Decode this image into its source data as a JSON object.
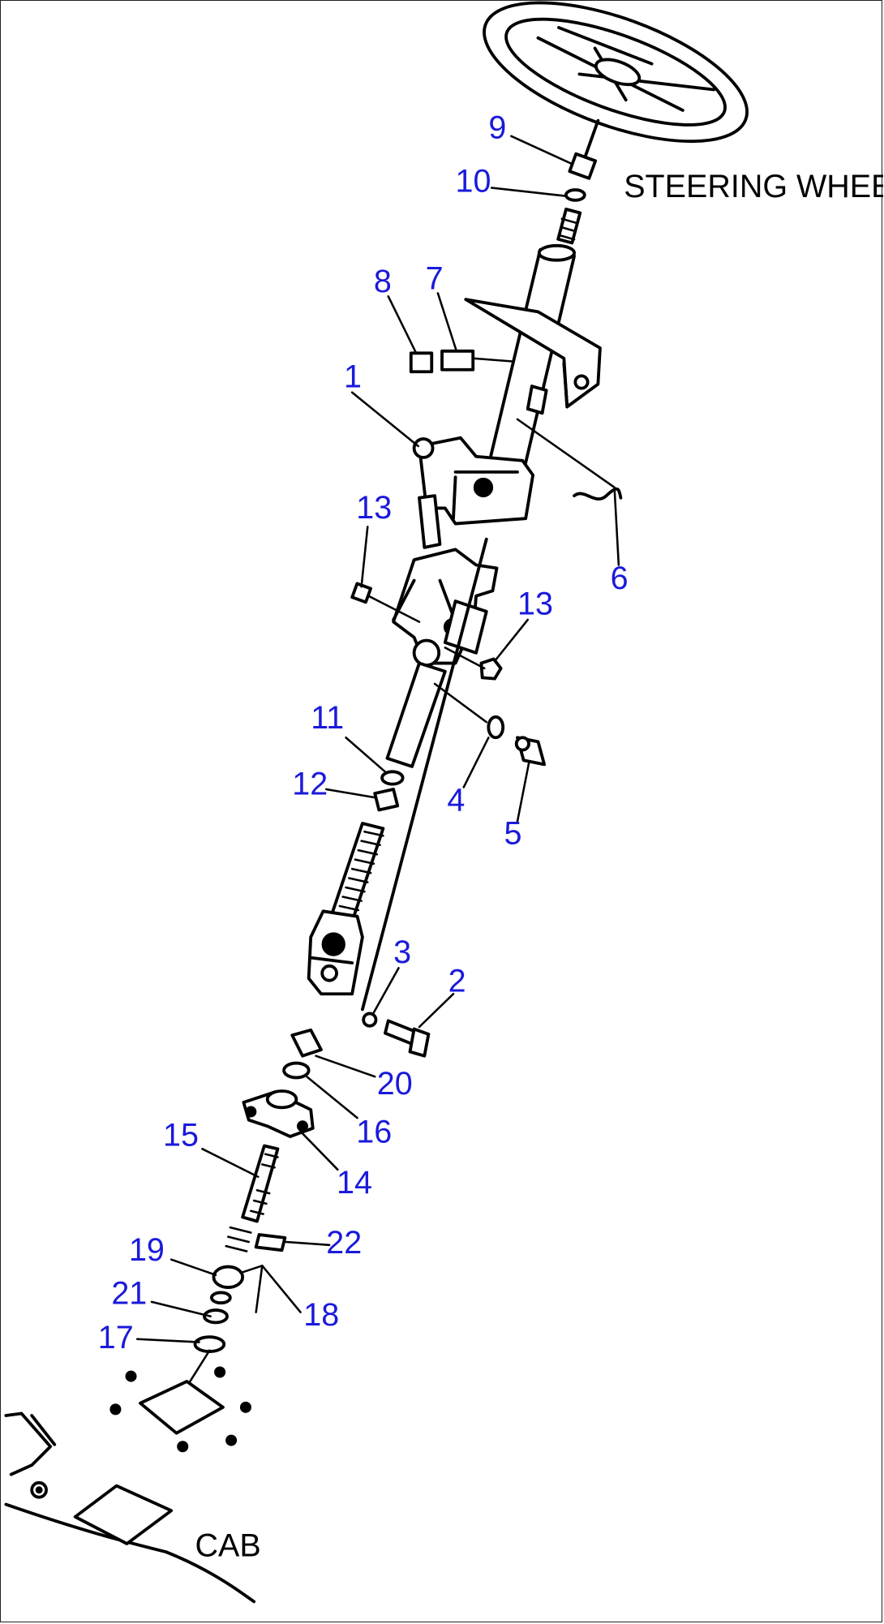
{
  "labels": {
    "steering_wheel": "STEERING WHEEL",
    "cab": "CAB"
  },
  "callouts": [
    "1",
    "2",
    "3",
    "4",
    "5",
    "6",
    "7",
    "8",
    "9",
    "10",
    "11",
    "12",
    "13",
    "13",
    "14",
    "15",
    "16",
    "17",
    "18",
    "19",
    "20",
    "21",
    "22"
  ],
  "colors": {
    "callout": "#1a1adb",
    "line": "#000000"
  }
}
